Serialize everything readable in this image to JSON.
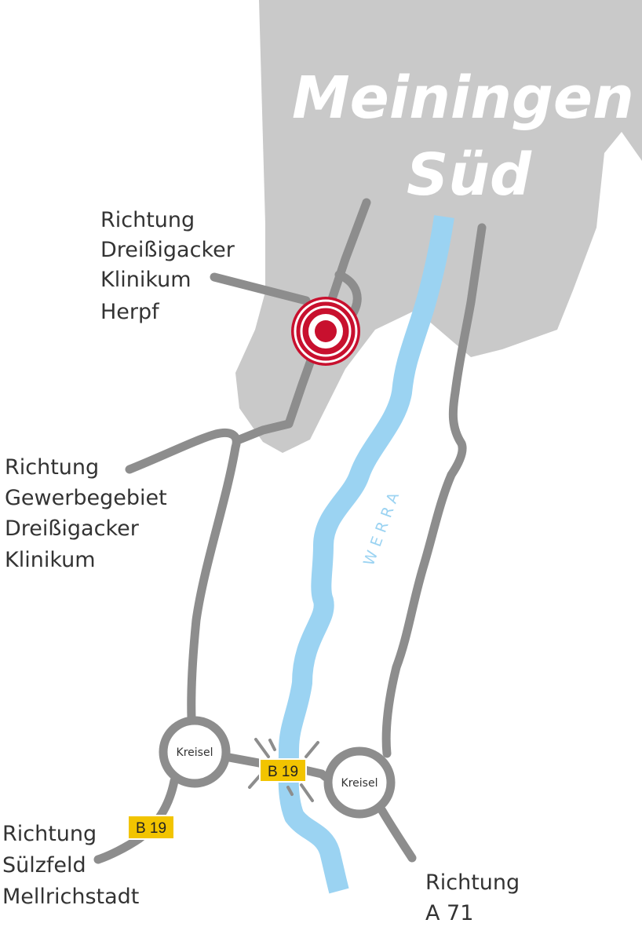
{
  "city": {
    "line1": "Meiningen",
    "line2": "Süd"
  },
  "river": {
    "name": "WERRA",
    "color": "#9bd3f2"
  },
  "colors": {
    "city_area": "#c9c9c9",
    "road": "#8d8d8d",
    "marker": "#c8102e",
    "badge": "#f2c400"
  },
  "labels": {
    "north_west": [
      "Richtung",
      "Dreißigacker",
      "Klinikum",
      "Herpf"
    ],
    "west": [
      "Richtung",
      "Gewerbegebiet",
      "Dreißigacker",
      "Klinikum"
    ],
    "south_west": [
      "Richtung",
      "Sülzfeld",
      "Mellrichstadt"
    ],
    "south_east": [
      "Richtung",
      "A 71"
    ]
  },
  "roundabouts": {
    "left": "Kreisel",
    "right": "Kreisel"
  },
  "road_badges": {
    "bridge": "B 19",
    "south_west": "B 19"
  },
  "marker": {
    "icon": "location-target-icon"
  }
}
